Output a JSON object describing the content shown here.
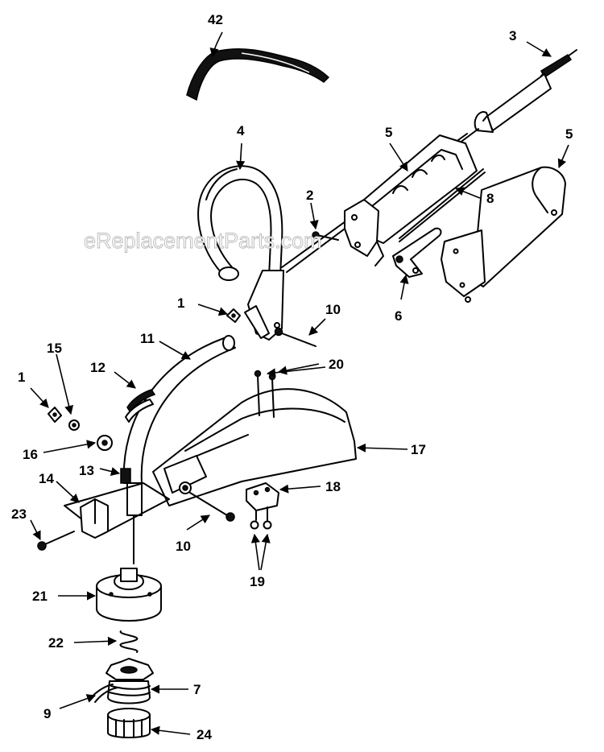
{
  "watermark": "eReplacementParts.com",
  "parts": [
    {
      "id": "label-42",
      "text": "42"
    },
    {
      "id": "label-3",
      "text": "3"
    },
    {
      "id": "label-4",
      "text": "4"
    },
    {
      "id": "label-5a",
      "text": "5"
    },
    {
      "id": "label-5b",
      "text": "5"
    },
    {
      "id": "label-2",
      "text": "2"
    },
    {
      "id": "label-8",
      "text": "8"
    },
    {
      "id": "label-6",
      "text": "6"
    },
    {
      "id": "label-1a",
      "text": "1"
    },
    {
      "id": "label-10a",
      "text": "10"
    },
    {
      "id": "label-11",
      "text": "11"
    },
    {
      "id": "label-20",
      "text": "20"
    },
    {
      "id": "label-15",
      "text": "15"
    },
    {
      "id": "label-12",
      "text": "12"
    },
    {
      "id": "label-1b",
      "text": "1"
    },
    {
      "id": "label-16",
      "text": "16"
    },
    {
      "id": "label-17",
      "text": "17"
    },
    {
      "id": "label-13",
      "text": "13"
    },
    {
      "id": "label-14",
      "text": "14"
    },
    {
      "id": "label-18",
      "text": "18"
    },
    {
      "id": "label-23",
      "text": "23"
    },
    {
      "id": "label-10b",
      "text": "10"
    },
    {
      "id": "label-19",
      "text": "19"
    },
    {
      "id": "label-21",
      "text": "21"
    },
    {
      "id": "label-22",
      "text": "22"
    },
    {
      "id": "label-7",
      "text": "7"
    },
    {
      "id": "label-9",
      "text": "9"
    },
    {
      "id": "label-24",
      "text": "24"
    }
  ]
}
